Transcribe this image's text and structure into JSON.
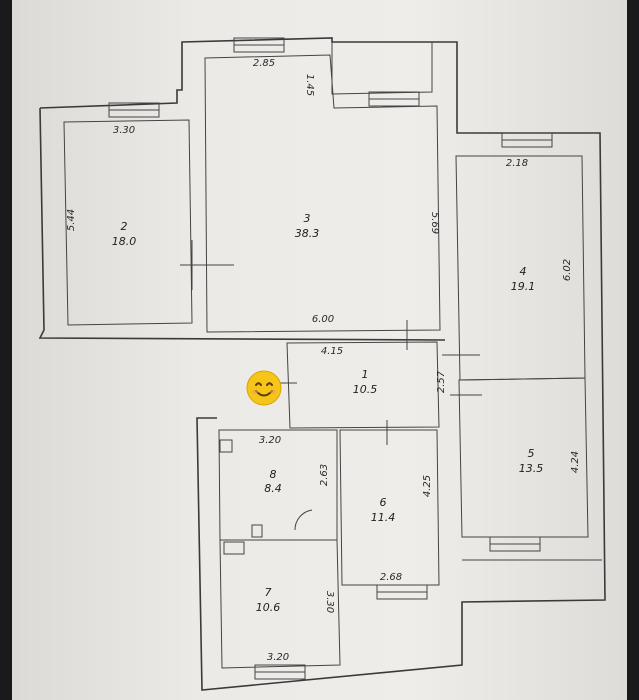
{
  "rooms": [
    {
      "number": "1",
      "area": "10.5"
    },
    {
      "number": "2",
      "area": "18.0"
    },
    {
      "number": "3",
      "area": "38.3"
    },
    {
      "number": "4",
      "area": "19.1"
    },
    {
      "number": "5",
      "area": "13.5"
    },
    {
      "number": "6",
      "area": "11.4"
    },
    {
      "number": "7",
      "area": "10.6"
    },
    {
      "number": "8",
      "area": "8.4"
    }
  ],
  "dimensions": {
    "d_285": "2.85",
    "d_145": "1.45",
    "d_330_top": "3.30",
    "d_544": "5.44",
    "d_569": "5.69",
    "d_218": "2.18",
    "d_602": "6.02",
    "d_600": "6.00",
    "d_415": "4.15",
    "d_257": "2.57",
    "d_320_top": "3.20",
    "d_263": "2.63",
    "d_425": "4.25",
    "d_424": "4.24",
    "d_268": "2.68",
    "d_330_side": "3.30",
    "d_320_bottom": "3.20"
  },
  "overlay": {
    "emoji": "smiling-face-icon"
  },
  "colors": {
    "paper": "#eceae6",
    "ink": "#3a3a3a",
    "emoji": "#f5c518"
  }
}
